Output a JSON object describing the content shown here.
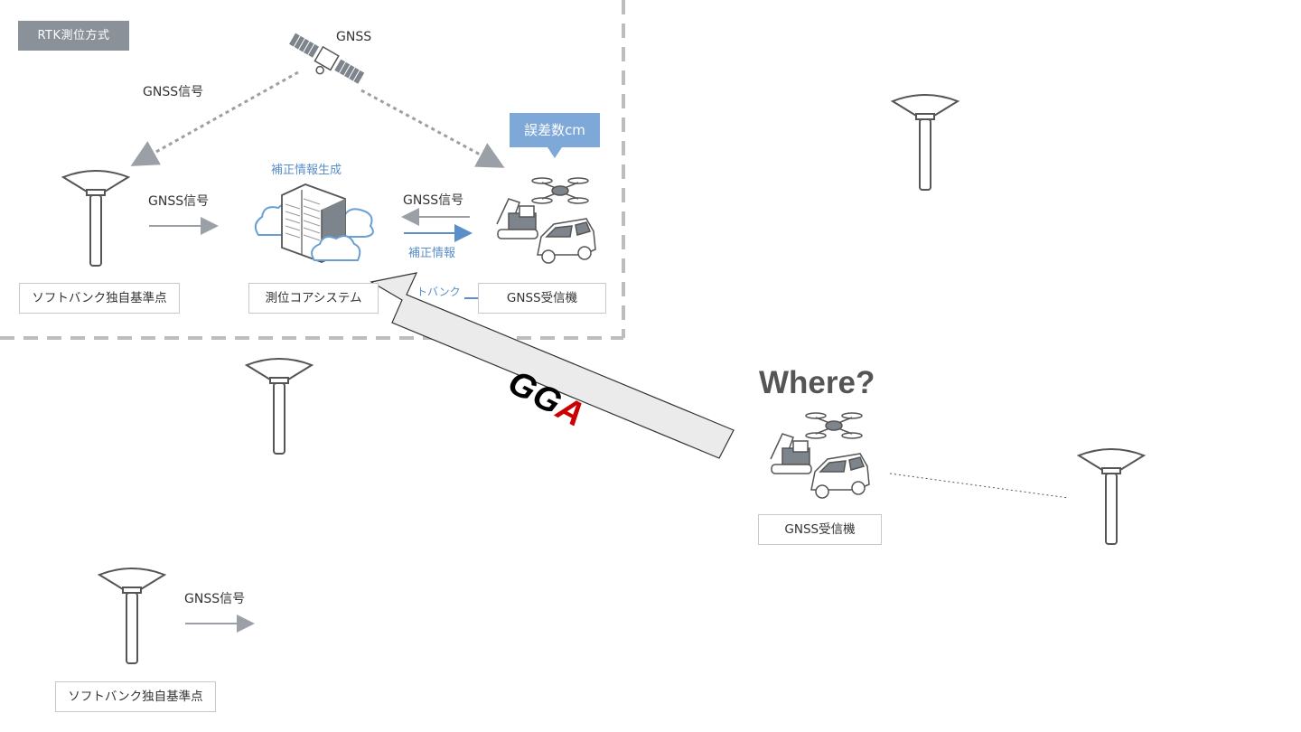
{
  "rtk_panel": {
    "tag": "RTK測位方式",
    "satellite_label": "GNSS",
    "signal_label_diag": "GNSS信号",
    "signal_label_base": "GNSS信号",
    "correction_gen_label": "補正情報生成",
    "signal_label_rover": "GNSS信号",
    "correction_label": "補正情報",
    "error_bubble": "誤差数cm",
    "base_station_box": "ソフトバンク独自基準点",
    "core_system_box": "測位コアシステム",
    "receiver_box": "GNSS受信機",
    "partial_text": "トバンク"
  },
  "overlay": {
    "gga_g": "GG",
    "gga_a": "A",
    "where_label": "Where?",
    "receiver_box": "GNSS受信機",
    "bottom_signal_label": "GNSS信号",
    "bottom_base_box": "ソフトバンク独自基準点"
  },
  "colors": {
    "arrow_fill": "#ebebeb",
    "accent_blue": "#5b8fc9",
    "gga_red": "#cc0000",
    "tag_gray": "#8a9199"
  }
}
